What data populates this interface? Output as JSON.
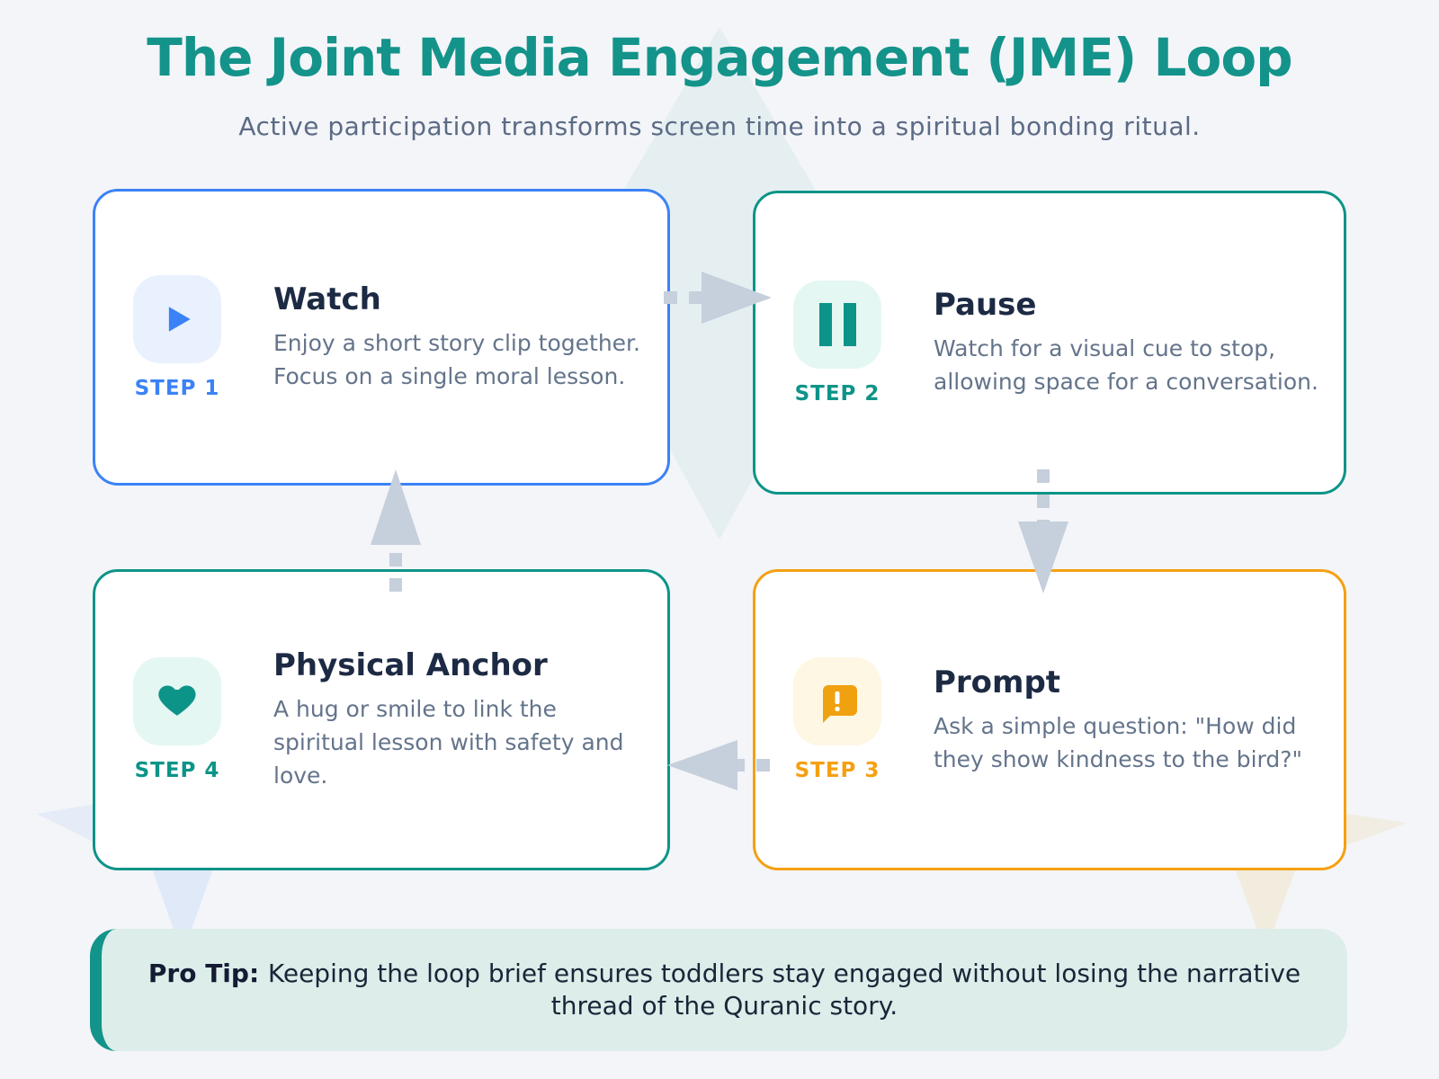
{
  "header": {
    "title": "The Joint Media Engagement (JME) Loop",
    "subtitle": "Active participation transforms screen time into a spiritual bonding ritual."
  },
  "steps": [
    {
      "step_label": "STEP 1",
      "title": "Watch",
      "description": "Enjoy a short story clip together. Focus on a single moral lesson.",
      "icon": "play-icon",
      "accent_color": "#3b82f6",
      "icon_bg_color": "#e9f1fe"
    },
    {
      "step_label": "STEP 2",
      "title": "Pause",
      "description": "Watch for a visual cue to stop, allowing space for a conversation.",
      "icon": "pause-icon",
      "accent_color": "#0d9488",
      "icon_bg_color": "#e4f7f3"
    },
    {
      "step_label": "STEP 3",
      "title": "Prompt",
      "description": "Ask a simple question: \"How did they show kindness to the bird?\"",
      "icon": "speech-exclamation-icon",
      "accent_color": "#f5a012",
      "icon_bg_color": "#fdf7e4"
    },
    {
      "step_label": "STEP 4",
      "title": "Physical Anchor",
      "description": "A hug or smile to link the spiritual lesson with safety and love.",
      "icon": "heart-icon",
      "accent_color": "#0d9488",
      "icon_bg_color": "#e4f7f3"
    }
  ],
  "pro_tip": {
    "label": "Pro Tip:",
    "text": "Keeping the loop brief ensures toddlers stay engaged without losing the narrative thread of the Quranic story."
  },
  "colors": {
    "page_background": "#f3f5f9",
    "title_teal": "#14938a",
    "subtitle_gray": "#5c6b84",
    "card_title_navy": "#1d2a44",
    "description_gray": "#64748b",
    "arrow_gray": "#c6cfdc",
    "pro_tip_background": "#dcedea",
    "pro_tip_border": "#13948a"
  }
}
